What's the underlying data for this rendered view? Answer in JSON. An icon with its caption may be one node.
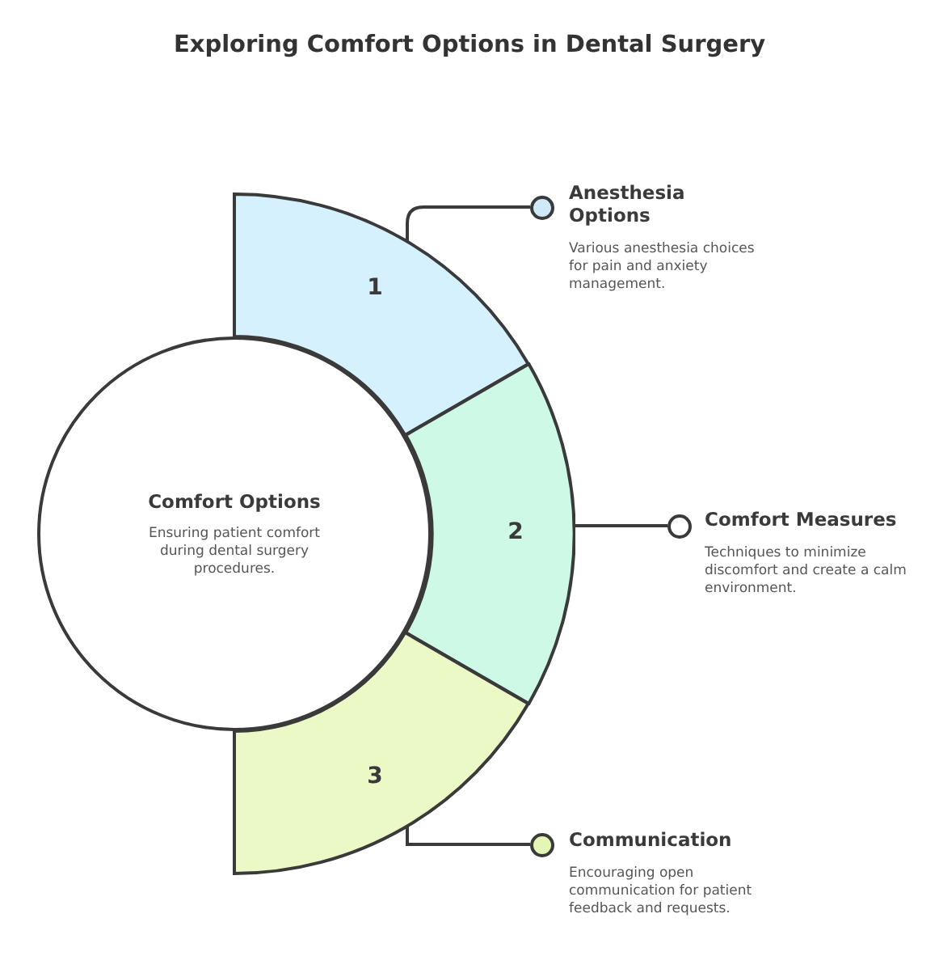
{
  "diagram": {
    "title": "Exploring Comfort Options in Dental Surgery",
    "nodes": [
      {
        "text": [
          "Comfort Options",
          "Ensuring patient comfort during dental surgery procedures."
        ]
      },
      {
        "text": [
          "1"
        ]
      },
      {
        "text": [
          "2"
        ]
      },
      {
        "text": [
          "3"
        ]
      },
      {
        "text": [
          "Anesthesia Options",
          "Various anesthesia choices for pain and anxiety management."
        ]
      },
      {
        "text": [
          "Comfort Measures",
          "Techniques to minimize discomfort and create a calm environment."
        ]
      },
      {
        "text": [
          "Communication",
          "Encouraging open communication for patient feedback and requests."
        ]
      }
    ],
    "edges": [
      {
        "from": 1,
        "to": 4,
        "arrow": "none"
      },
      {
        "from": 2,
        "to": 5,
        "arrow": "none"
      },
      {
        "from": 3,
        "to": 6,
        "arrow": "none"
      }
    ]
  }
}
